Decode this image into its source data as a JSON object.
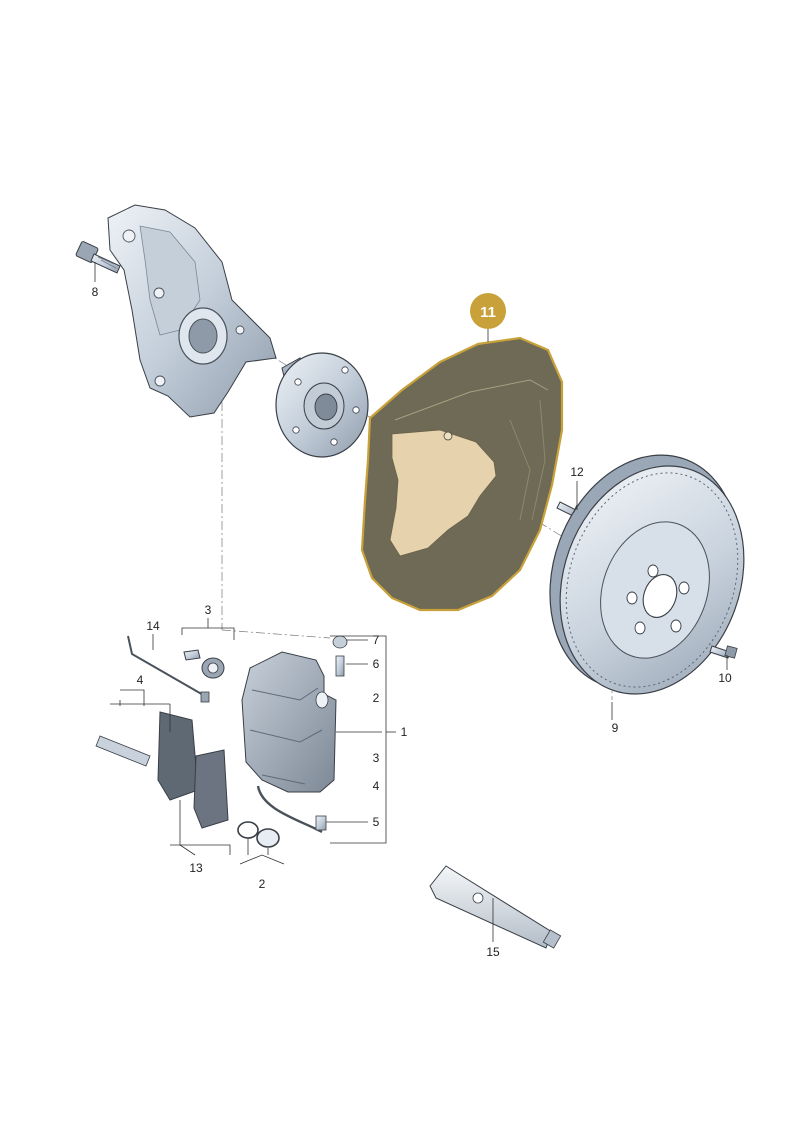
{
  "diagram": {
    "highlighted_part": "11",
    "colors": {
      "highlight_badge": "#c8a13a",
      "highlight_outline": "#c8a13a",
      "shield_fill": "#6e6a55",
      "shield_cutout": "#e6d3ad",
      "metal_light": "#d9e1ea",
      "metal_mid": "#b8c4d1",
      "metal_dark": "#8e9aa8"
    },
    "labels": {
      "l1": "1",
      "l2a": "2",
      "l2b": "2",
      "l3a": "3",
      "l3b": "3",
      "l4a": "4",
      "l4b": "4",
      "l5": "5",
      "l6": "6",
      "l7": "7",
      "l8": "8",
      "l9": "9",
      "l10": "10",
      "l11": "11",
      "l12": "12",
      "l13": "13",
      "l14": "14",
      "l15": "15"
    }
  }
}
